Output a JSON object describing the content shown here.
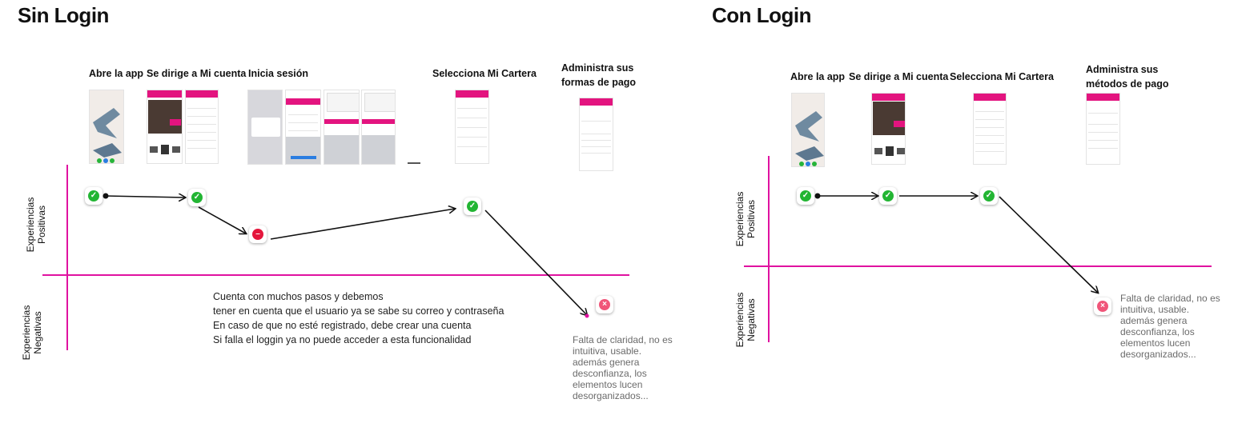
{
  "left": {
    "title": "Sin Login",
    "steps": [
      "Abre la app",
      "Se dirige a Mi cuenta",
      "Inicia sesión",
      "Selecciona Mi Cartera",
      "Administra sus",
      "formas de pago"
    ],
    "axis": {
      "positive_1": "Experiencias",
      "positive_2": "Positivas",
      "negative_1": "Experiencias",
      "negative_2": "Negativas"
    },
    "notes": [
      "Cuenta con muchos pasos y debemos",
      "tener en cuenta que el usuario ya se sabe su correo y contraseña",
      "En caso de que no esté registrado, debe crear una cuenta",
      "Si falla el loggin ya no puede acceder a esta funcionalidad"
    ],
    "final_note": "Falta de claridad, no es intuitiva, usable. además genera desconfianza, los elementos lucen desorganizados..."
  },
  "right": {
    "title": "Con Login",
    "steps": [
      "Abre la app",
      "Se dirige a Mi cuenta",
      "Selecciona Mi Cartera",
      "Administra sus",
      "métodos de pago"
    ],
    "axis": {
      "positive_1": "Experiencias",
      "positive_2": "Positivas",
      "negative_1": "Experiencias",
      "negative_2": "Negativas"
    },
    "final_note": "Falta de claridad, no es intuitiva, usable. además genera desconfianza, los elementos lucen desorganizados..."
  },
  "colors": {
    "axis": "#e012a0",
    "brand": "#e3147f",
    "positive": "#22b533",
    "blocked": "#e4163c",
    "negative": "#f05579"
  },
  "icons": {
    "positive": "check-circle-icon",
    "blocked": "minus-circle-icon",
    "negative": "x-circle-icon"
  }
}
